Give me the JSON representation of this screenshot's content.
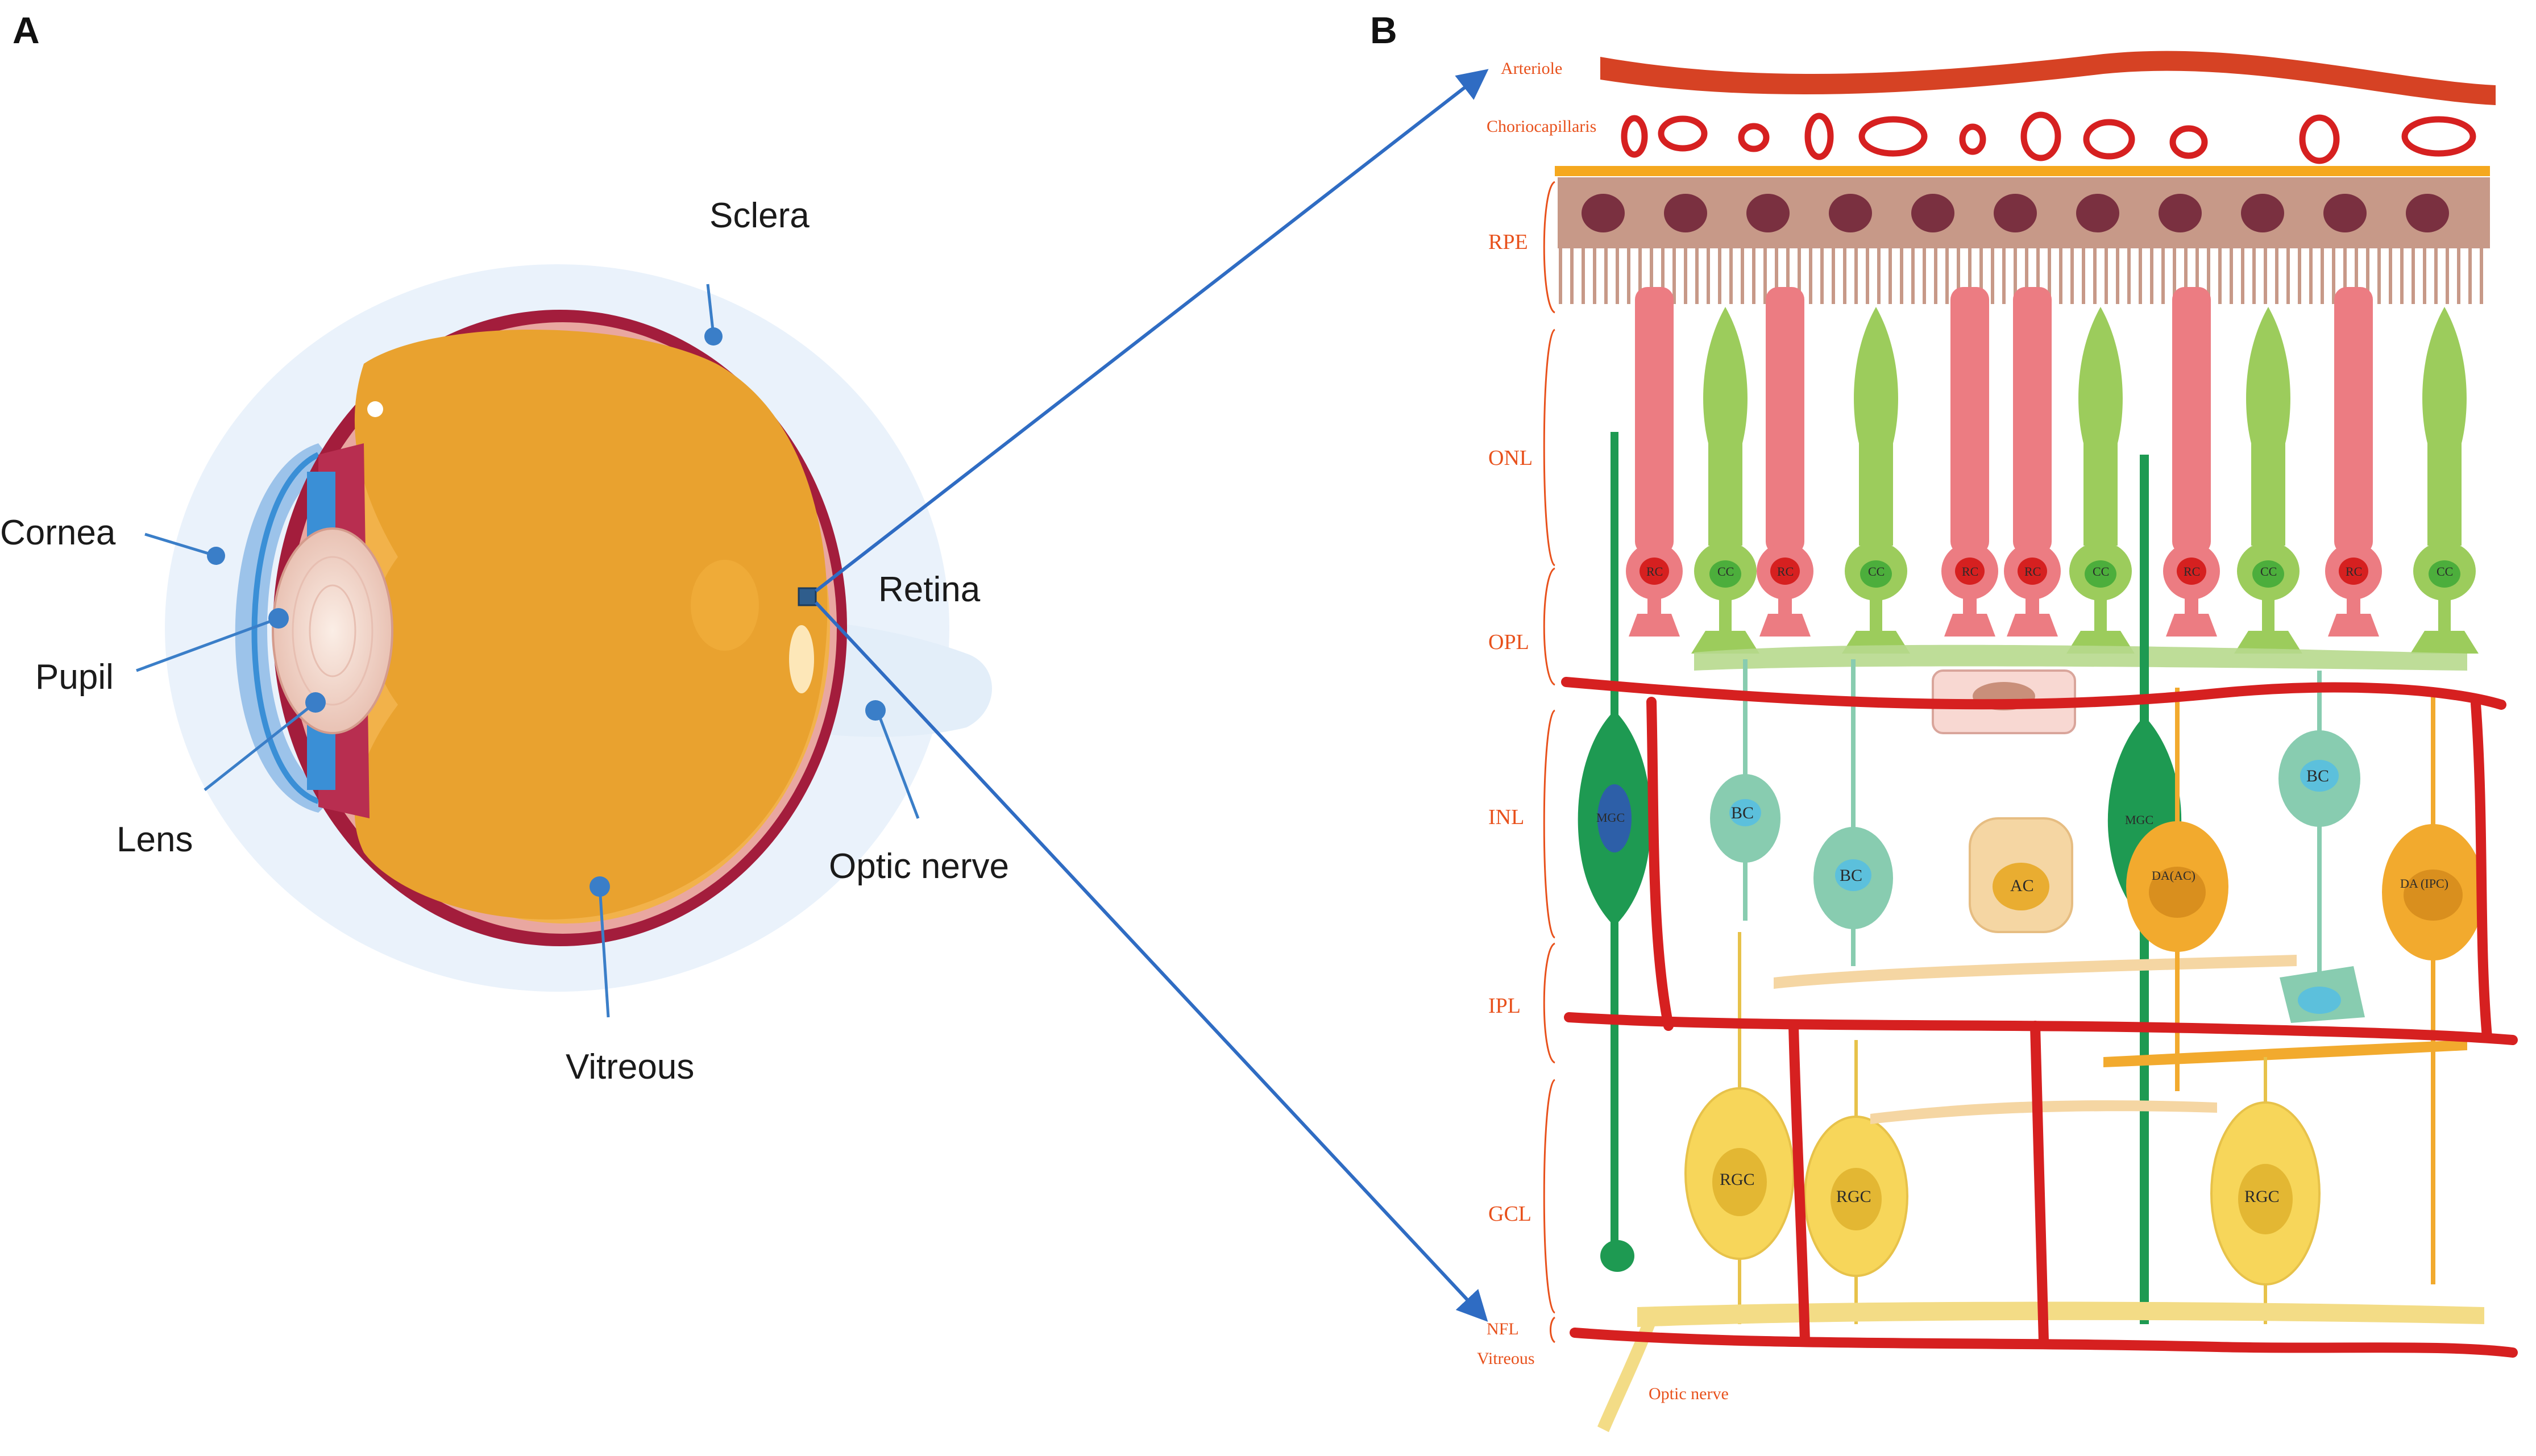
{
  "panels": {
    "a": "A",
    "b": "B"
  },
  "eye_labels": {
    "sclera": "Sclera",
    "cornea": "Cornea",
    "pupil": "Pupil",
    "lens": "Lens",
    "retina": "Retina",
    "optic_nerve": "Optic nerve",
    "vitreous": "Vitreous"
  },
  "layer_labels": {
    "arteriole": "Arteriole",
    "choriocapillaris": "Choriocapillaris",
    "rpe": "RPE",
    "onl": "ONL",
    "opl": "OPL",
    "inl": "INL",
    "ipl": "IPL",
    "gcl": "GCL",
    "nfl": "NFL",
    "vitreous": "Vitreous",
    "optic_nerve": "Optic nerve"
  },
  "cell_labels": {
    "rc": "RC",
    "cc": "CC",
    "mgc": "MGC",
    "bc": "BC",
    "ac": "AC",
    "da_ac": "DA(AC)",
    "da_ipc": "DA (IPC)",
    "rgc": "RGC"
  },
  "colors": {
    "vessel_red": "#d62020",
    "rod_pink": "#ec7c82",
    "cone_green": "#9ccc5c",
    "muller_green": "#1e9a52",
    "bipolar_teal": "#88ccb0",
    "amacrine_peach": "#f5d6a3",
    "dopamine_orange": "#f2aa2e",
    "ganglion_yellow": "#f7d65a",
    "rpe_brown": "#c79988",
    "rpe_nucleus": "#7a3040",
    "vitreous_orange": "#e9a22f",
    "sclera_maroon": "#a31d3c",
    "arrow_blue": "#2f6cc3",
    "label_orange": "#e8511c"
  }
}
